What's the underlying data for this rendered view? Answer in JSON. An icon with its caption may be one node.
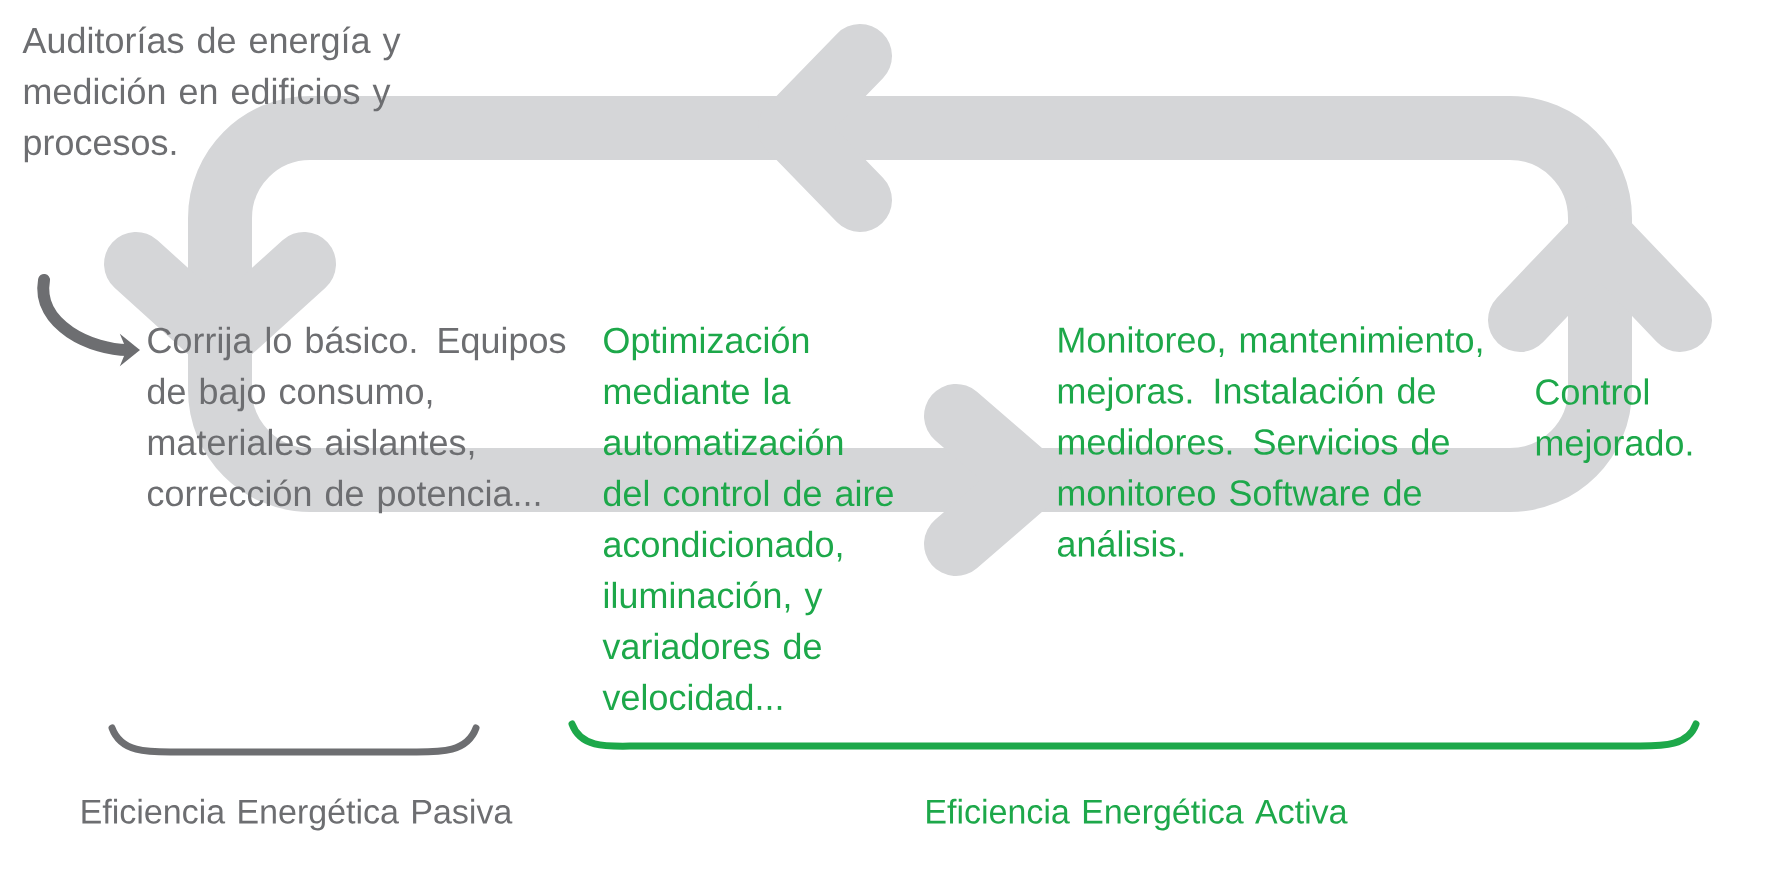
{
  "diagram": {
    "nodes": [
      {
        "text": [
          "Auditorías de energía y medición en edificios y procesos."
        ]
      },
      {
        "text": [
          "Corrija lo básico. Equipos de bajo consumo, materiales aislantes, corrección de potencia..."
        ]
      },
      {
        "text": [
          "Optimización mediante la automatización del control de aire acondicionado, iluminación, y variadores de velocidad..."
        ]
      },
      {
        "text": [
          "Monitoreo, mantenimiento, mejoras. Instalación de medidores. Servicios de monitoreo Software de análisis."
        ]
      },
      {
        "text": [
          "Control mejorado."
        ]
      }
    ],
    "edges": [
      {
        "from": null,
        "to": 1,
        "arrow": "to"
      }
    ],
    "labels": [
      "Eficiencia Energética Pasiva",
      "Eficiencia Energética Activa"
    ]
  }
}
